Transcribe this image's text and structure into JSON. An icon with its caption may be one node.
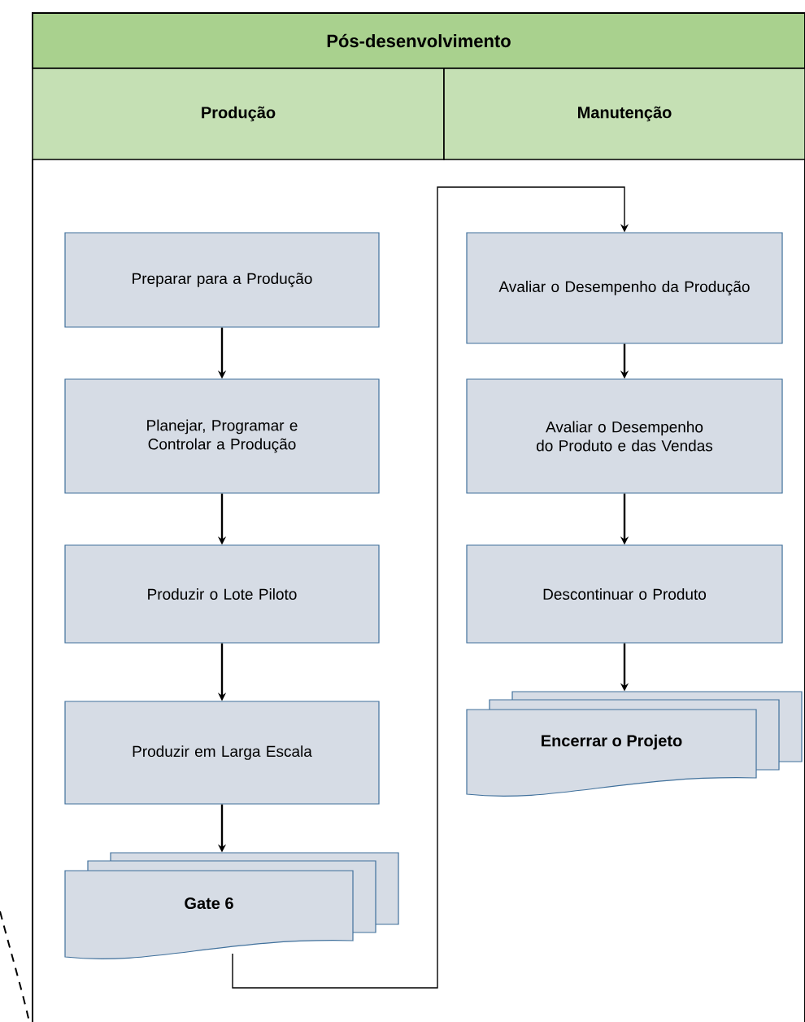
{
  "diagram": {
    "nodes": [
      {
        "text": [
          "Pós-desenvolvimento"
        ]
      },
      {
        "text": [
          "Produção"
        ]
      },
      {
        "text": [
          "Manutenção"
        ]
      },
      {
        "text": [
          "Preparar para a Produção"
        ]
      },
      {
        "text": [
          "Planejar, Programar e Controlar a Produção"
        ]
      },
      {
        "text": [
          "Produzir o Lote Piloto"
        ]
      },
      {
        "text": [
          "Produzir em Larga Escala"
        ]
      },
      {
        "text": [
          "Gate 6"
        ]
      },
      {
        "text": [
          "Avaliar o Desempenho da Produção"
        ]
      },
      {
        "text": [
          "Avaliar o Desempenho do Produto e das Vendas"
        ]
      },
      {
        "text": [
          "Descontinuar o Produto"
        ]
      },
      {
        "text": [
          "Encerrar o Projeto"
        ]
      }
    ],
    "edges": [
      {
        "from": 3,
        "to": 4,
        "arrow": "to"
      },
      {
        "from": 4,
        "to": 5,
        "arrow": "to"
      },
      {
        "from": 5,
        "to": 6,
        "arrow": "to"
      },
      {
        "from": 6,
        "to": 7,
        "arrow": "to"
      },
      {
        "from": 7,
        "to": 8,
        "arrow": "to"
      },
      {
        "from": 8,
        "to": 9,
        "arrow": "to"
      },
      {
        "from": 9,
        "to": 10,
        "arrow": "to"
      },
      {
        "from": 10,
        "to": 11,
        "arrow": "to"
      }
    ]
  }
}
